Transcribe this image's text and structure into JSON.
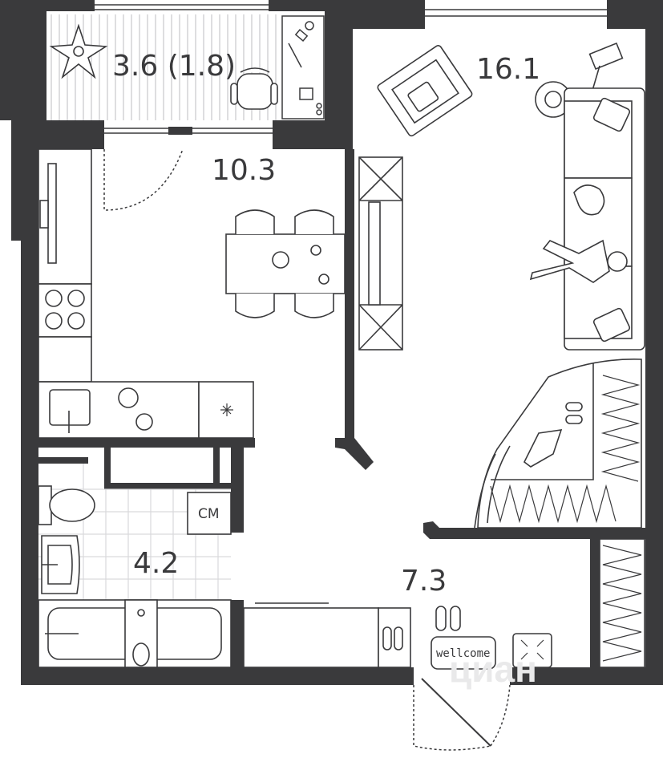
{
  "rooms": {
    "balcony": "3.6 (1.8)",
    "kitchen": "10.3",
    "living": "16.1",
    "bathroom": "4.2",
    "hall": "7.3"
  },
  "labels": {
    "washer": "СМ",
    "doormat": "wellcome",
    "watermark": "циан"
  },
  "colors": {
    "wall": "#3a3a3c",
    "line": "#3a3a3c",
    "tile": "#d9d9dc",
    "background": "#ffffff"
  }
}
